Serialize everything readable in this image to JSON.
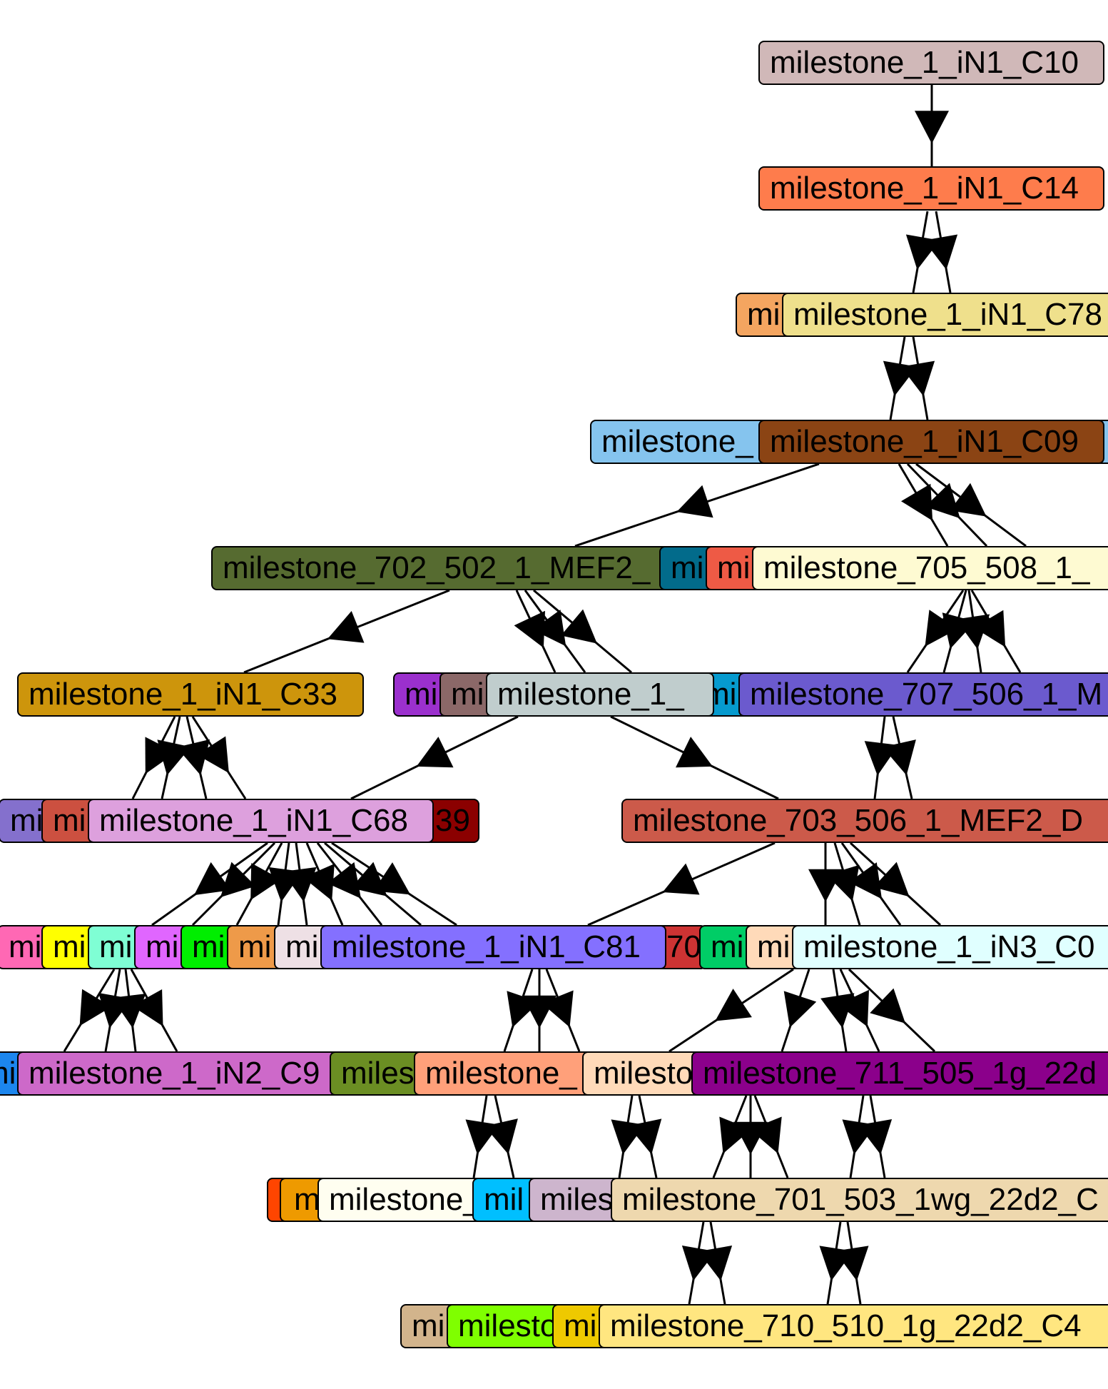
{
  "nodes": [
    {
      "id": "c10",
      "label": "milestone_1_iN1_C10",
      "color": "#d0b8b8"
    },
    {
      "id": "c14",
      "label": "milestone_1_iN1_C14",
      "color": "#fe7c4c"
    },
    {
      "id": "r3a",
      "label": "mi",
      "color": "#f4a560"
    },
    {
      "id": "c78",
      "label": "milestone_1_iN1_C78",
      "color": "#efe08c"
    },
    {
      "id": "r4a",
      "label": "milestone_",
      "color": "#85c4ee"
    },
    {
      "id": "c09",
      "label": "milestone_1_iN1_C09",
      "color": "#8b4414"
    },
    {
      "id": "r4c",
      "label": "",
      "color": "#85c4ee"
    },
    {
      "id": "m702",
      "label": "milestone_702_502_1_MEF2_",
      "color": "#566b30"
    },
    {
      "id": "r5b",
      "label": "mi",
      "color": "#026b8b"
    },
    {
      "id": "r5c",
      "label": "mi",
      "color": "#ee5a45"
    },
    {
      "id": "m705",
      "label": "milestone_705_508_1_",
      "color": "#fefad2"
    },
    {
      "id": "c33",
      "label": "milestone_1_iN1_C33",
      "color": "#cd950c"
    },
    {
      "id": "r6b",
      "label": "mi",
      "color": "#9b30cd"
    },
    {
      "id": "r6c",
      "label": "mi",
      "color": "#8b6868"
    },
    {
      "id": "r6d",
      "label": "milestone_1_",
      "color": "#c0cdcd"
    },
    {
      "id": "r6e",
      "label": "mi",
      "color": "#069ace"
    },
    {
      "id": "m707",
      "label": "milestone_707_506_1_M",
      "color": "#6b5ace"
    },
    {
      "id": "r7a",
      "label": "mi",
      "color": "#8470cd"
    },
    {
      "id": "r7b",
      "label": "mi",
      "color": "#cc5040"
    },
    {
      "id": "c68",
      "label": "milestone_1_iN1_C68",
      "color": "#dda0dd"
    },
    {
      "id": "r7d",
      "label": "39",
      "color": "#8b0000"
    },
    {
      "id": "m703",
      "label": "milestone_703_506_1_MEF2_D",
      "color": "#cc5a4a"
    },
    {
      "id": "r8a",
      "label": "mi",
      "color": "#ff68b4"
    },
    {
      "id": "r8b",
      "label": "mi",
      "color": "#ffff00"
    },
    {
      "id": "r8c",
      "label": "mi",
      "color": "#7ffed4"
    },
    {
      "id": "r8d",
      "label": "mi",
      "color": "#e066ff"
    },
    {
      "id": "r8e",
      "label": "mi",
      "color": "#00ee00"
    },
    {
      "id": "r8f",
      "label": "mi",
      "color": "#ee9a49"
    },
    {
      "id": "r8g",
      "label": "mi",
      "color": "#eee0e5"
    },
    {
      "id": "c81",
      "label": "milestone_1_iN1_C81",
      "color": "#8470ff"
    },
    {
      "id": "r8i",
      "label": "70",
      "color": "#cd3333"
    },
    {
      "id": "r8j",
      "label": "mi",
      "color": "#00cd66"
    },
    {
      "id": "r8k",
      "label": "mi",
      "color": "#ffdab9"
    },
    {
      "id": "c0x",
      "label": "milestone_1_iN3_C0",
      "color": "#e0ffff"
    },
    {
      "id": "r9a",
      "label": "mi",
      "color": "#1c86ee"
    },
    {
      "id": "c9x",
      "label": "milestone_1_iN2_C9",
      "color": "#cd69c9"
    },
    {
      "id": "r9c",
      "label": "miles",
      "color": "#6b8e23"
    },
    {
      "id": "r9d",
      "label": "milestone_",
      "color": "#ffa07a"
    },
    {
      "id": "r9e",
      "label": "milesto",
      "color": "#ffdab9"
    },
    {
      "id": "m711",
      "label": "milestone_711_505_1g_22d",
      "color": "#8b008b"
    },
    {
      "id": "r10a",
      "label": "",
      "color": "#ff4500"
    },
    {
      "id": "r10b",
      "label": "m",
      "color": "#ee9a00"
    },
    {
      "id": "r10c",
      "label": "milestone_",
      "color": "#fffef0"
    },
    {
      "id": "r10d",
      "label": "mil",
      "color": "#00bfff"
    },
    {
      "id": "r10e",
      "label": "miles",
      "color": "#cdb5cd"
    },
    {
      "id": "m701",
      "label": "milestone_701_503_1wg_22d2_C",
      "color": "#eed8ae"
    },
    {
      "id": "r11a",
      "label": "mi",
      "color": "#d2b48c"
    },
    {
      "id": "r11b",
      "label": "milesto",
      "color": "#7fff00"
    },
    {
      "id": "r11c",
      "label": "mi",
      "color": "#eec900"
    },
    {
      "id": "m710",
      "label": "milestone_710_510_1g_22d2_C4",
      "color": "#ffe680"
    }
  ]
}
